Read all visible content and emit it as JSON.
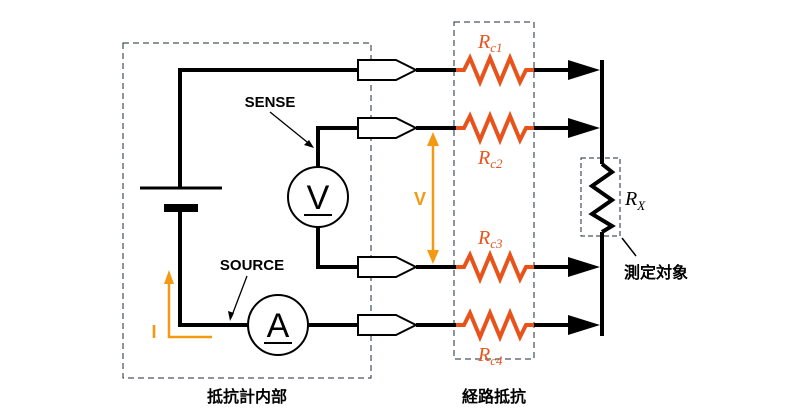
{
  "colors": {
    "wire": "#000000",
    "contact_resistor": "#e8531c",
    "annotation": "#f39a12",
    "box": "#1b2a3a"
  },
  "labels": {
    "sense": "SENSE",
    "source": "SOURCE",
    "voltmeter": "V",
    "ammeter": "A",
    "voltage": "V",
    "current": "I",
    "meter_internal": "抵抗計内部",
    "path_resistance": "経路抵抗",
    "dut": "測定対象"
  },
  "resistors": {
    "rc1": {
      "main": "R",
      "sub": "c1"
    },
    "rc2": {
      "main": "R",
      "sub": "c2"
    },
    "rc3": {
      "main": "R",
      "sub": "c3"
    },
    "rc4": {
      "main": "R",
      "sub": "c4"
    },
    "rx": {
      "main": "R",
      "sub": "X"
    }
  }
}
